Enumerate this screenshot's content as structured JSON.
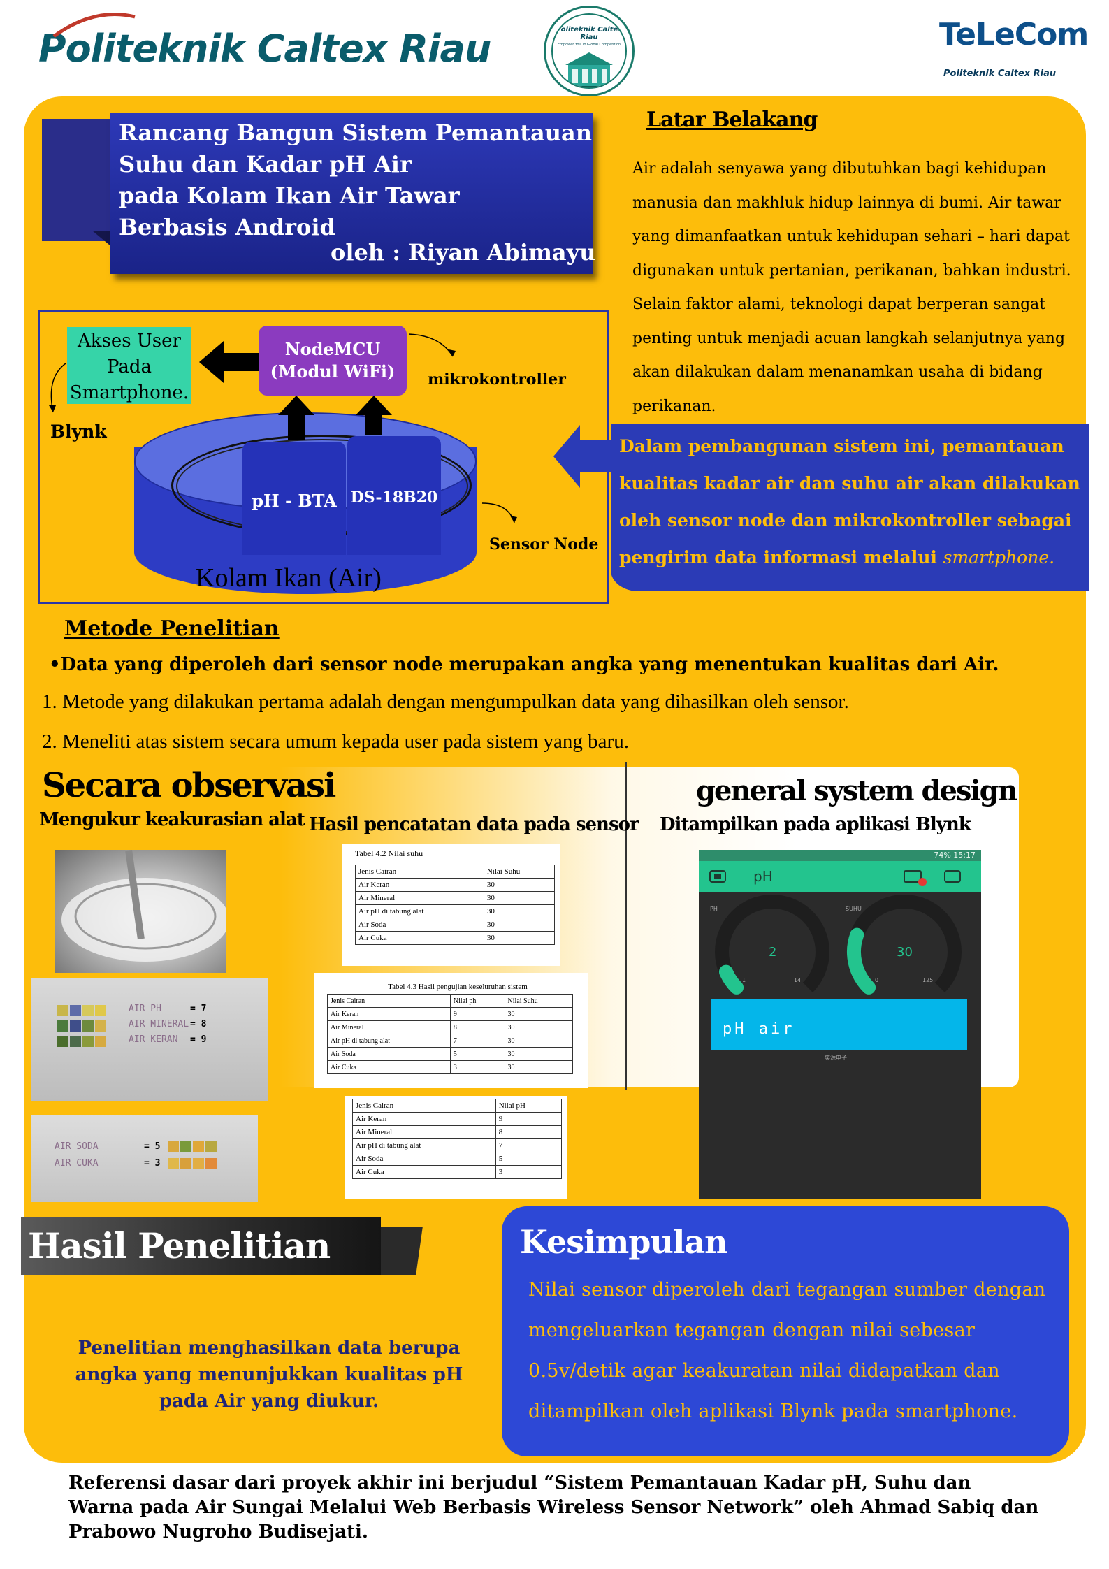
{
  "header": {
    "logo_left": "Politeknik Caltex Riau",
    "seal_title": "Politeknik Caltex Riau",
    "seal_tagline": "Empower You To Global Competition",
    "logo_right_word": "TeLeCom",
    "logo_right_sub": "Politeknik Caltex Riau"
  },
  "title": {
    "lines": [
      "Rancang Bangun Sistem Pemantauan",
      "Suhu dan Kadar pH Air",
      "pada Kolam Ikan Air Tawar",
      "Berbasis Android"
    ],
    "author": "oleh : Riyan Abimayu"
  },
  "diagram": {
    "akses_user": [
      "Akses User",
      "Pada",
      "Smartphone."
    ],
    "node": [
      "NodeMCU",
      "(Modul WiFi)"
    ],
    "mikrokontroller": "mikrokontroller",
    "blynk": "Blynk",
    "sensor_ph": "pH -  BTA",
    "sensor_ds": "DS-18B20",
    "sensor_node": "Sensor Node",
    "tank": "Kolam Ikan (Air)"
  },
  "latar": {
    "title": "Latar Belakang",
    "text": "Air adalah senyawa yang dibutuhkan bagi kehidupan manusia dan makhluk hidup lainnya di bumi. Air tawar yang dimanfaatkan untuk kehidupan sehari – hari dapat digunakan untuk pertanian, perikanan, bahkan industri. Selain faktor alami, teknologi dapat berperan sangat penting untuk menjadi acuan langkah selanjutnya yang akan dilakukan dalam menanamkan usaha di bidang perikanan.",
    "callout": "Dalam pembangunan sistem ini, pemantauan kualitas kadar air dan suhu air akan dilakukan oleh sensor node dan mikrokontroller sebagai pengirim data informasi melalui",
    "callout_italic": "smartphone."
  },
  "metode": {
    "title": "Metode Penelitian",
    "bullet": "•Data yang diperoleh dari sensor node merupakan angka yang menentukan kualitas dari Air.",
    "items": [
      "1.   Metode yang dilakukan  pertama adalah dengan mengumpulkan data yang dihasilkan oleh sensor.",
      "2.   Meneliti atas sistem secara umum kepada user pada sistem yang baru."
    ]
  },
  "observasi": {
    "title": "Secara observasi",
    "sub_left": "Mengukur  keakurasian  alat",
    "sub_mid": "Hasil  pencatatan  data  pada sensor",
    "gsd_title": "general system design",
    "sub_right": "Ditampilkan pada aplikasi  Blynk",
    "photo_labels": {
      "air_ph": "AIR PH",
      "air_mineral": "AIR MINERAL",
      "air_keran": "AIR KERAN",
      "air_soda": "AIR SODA",
      "air_cuka": "AIR CUKA",
      "v7": "= 7",
      "v8": "= 8",
      "v9": "= 9",
      "v5": "= 5",
      "v3": "= 3"
    },
    "table1": {
      "caption": "Tabel 4.2 Nilai suhu",
      "headers": [
        "Jenis Cairan",
        "Nilai Suhu"
      ],
      "rows": [
        [
          "Air Keran",
          "30"
        ],
        [
          "Air Mineral",
          "30"
        ],
        [
          "Air pH di tabung alat",
          "30"
        ],
        [
          "Air Soda",
          "30"
        ],
        [
          "Air Cuka",
          "30"
        ]
      ]
    },
    "table2": {
      "caption": "Tabel 4.3 Hasil pengujian keseluruhan sistem",
      "headers": [
        "Jenis Cairan",
        "Nilai ph",
        "Nilai Suhu"
      ],
      "rows": [
        [
          "Air Keran",
          "9",
          "30"
        ],
        [
          "Air Mineral",
          "8",
          "30"
        ],
        [
          "Air pH di tabung alat",
          "7",
          "30"
        ],
        [
          "Air Soda",
          "5",
          "30"
        ],
        [
          "Air Cuka",
          "3",
          "30"
        ]
      ]
    },
    "table3": {
      "headers": [
        "Jenis Cairan",
        "Nilai pH"
      ],
      "rows": [
        [
          "Air Keran",
          "9"
        ],
        [
          "Air Mineral",
          "8"
        ],
        [
          "Air pH di tabung alat",
          "7"
        ],
        [
          "Air Soda",
          "5"
        ],
        [
          "Air Cuka",
          "3"
        ]
      ]
    },
    "phone": {
      "status": "74% 15:17",
      "app_title": "pH",
      "gauge1_label": "PH",
      "gauge1_value": "2",
      "gauge1_min": "1",
      "gauge1_max": "14",
      "gauge1_level": 0.08,
      "gauge2_label": "SUHU",
      "gauge2_value": "30",
      "gauge2_min": "0",
      "gauge2_max": "125",
      "gauge2_level": 0.24,
      "lcd_text": "pH air",
      "footer": "奕源电子",
      "accent": "#23c48e",
      "lcd_color": "#04b6ea"
    }
  },
  "hasil": {
    "title": "Hasil Penelitian",
    "text": "Penelitian menghasilkan data berupa angka yang menunjukkan kualitas pH pada Air yang diukur."
  },
  "kesimpulan": {
    "title": "Kesimpulan",
    "text": "Nilai sensor diperoleh dari tegangan sumber dengan mengeluarkan tegangan dengan nilai sebesar 0.5v/detik  agar keakuratan nilai didapatkan dan ditampilkan oleh aplikasi Blynk pada smartphone."
  },
  "referensi": "Referensi dasar dari proyek akhir ini berjudul “Sistem Pemantauan Kadar pH, Suhu dan Warna pada Air Sungai Melalui Web Berbasis Wireless Sensor Network”  oleh Ahmad  Sabiq dan Prabowo Nugroho  Budisejati.",
  "colors": {
    "panel": "#fdbd0b",
    "banner": "#1f2a9e",
    "callout": "#2b3bb6",
    "kesimpulan": "#2d48d6",
    "node": "#8b3bbf",
    "akses": "#36d4a8"
  }
}
